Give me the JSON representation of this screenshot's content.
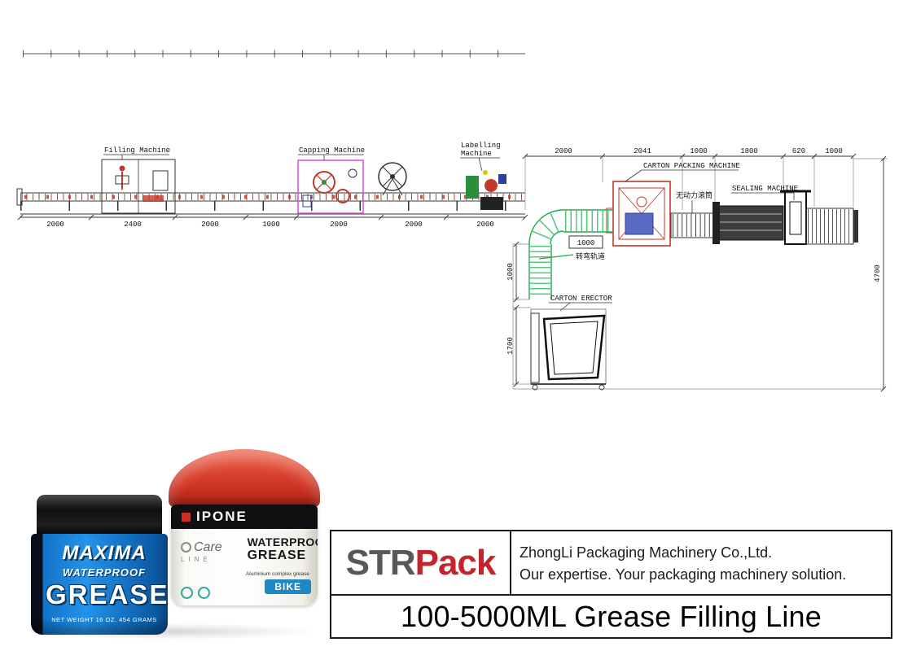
{
  "diagram": {
    "labels": {
      "filling": "Filling Machine",
      "capping": "Capping Machine",
      "labelling_line1": "Labelling",
      "labelling_line2": "Machine",
      "carton_packing": "CARTON PACKING MACHINE",
      "sealing": "SEALING MACHINE",
      "carton_erector": "CARTON ERECTOR",
      "turning_track": "转弯轨道",
      "roller_conveyor": "无动力滚筒"
    },
    "dims_bottom": [
      "2000",
      "2400",
      "2000",
      "1000",
      "2000",
      "2000",
      "2000"
    ],
    "dims_top": [
      "2000",
      "2041",
      "1000",
      "1800",
      "620",
      "1000"
    ],
    "dim_green_horizontal": "1000",
    "dim_green_vertical": "1000",
    "dim_erector": "1700",
    "dim_total_height": "4700"
  },
  "products": {
    "left_jar": {
      "brand": "MAXIMA",
      "line1": "WATERPROOF",
      "line2": "GREASE",
      "weight": "NET WEIGHT 16 OZ. 454 GRAMS"
    },
    "right_jar": {
      "brand": "IPONE",
      "line1": "WATERPROOF",
      "line2": "GREASE",
      "care": "Care",
      "care_line": "LINE",
      "bike": "BIKE",
      "subtitle": "Aluminium complex grease"
    }
  },
  "footer": {
    "logo_str": "STR",
    "logo_pack": "Pack",
    "company": "ZhongLi Packaging Machinery Co.,Ltd.",
    "tagline": "Our expertise. Your packaging machinery solution.",
    "title": "100-5000ML Grease Filling Line"
  },
  "colors": {
    "brand_red": "#c4242b",
    "logo_gray": "#58595b",
    "cad_red": "#c0392b",
    "cad_green": "#22a84c",
    "cad_magenta": "#d84fd8",
    "jar_blue": "#1677c8",
    "cap_red": "#cd3322",
    "bike_blue": "#1e88c7"
  }
}
